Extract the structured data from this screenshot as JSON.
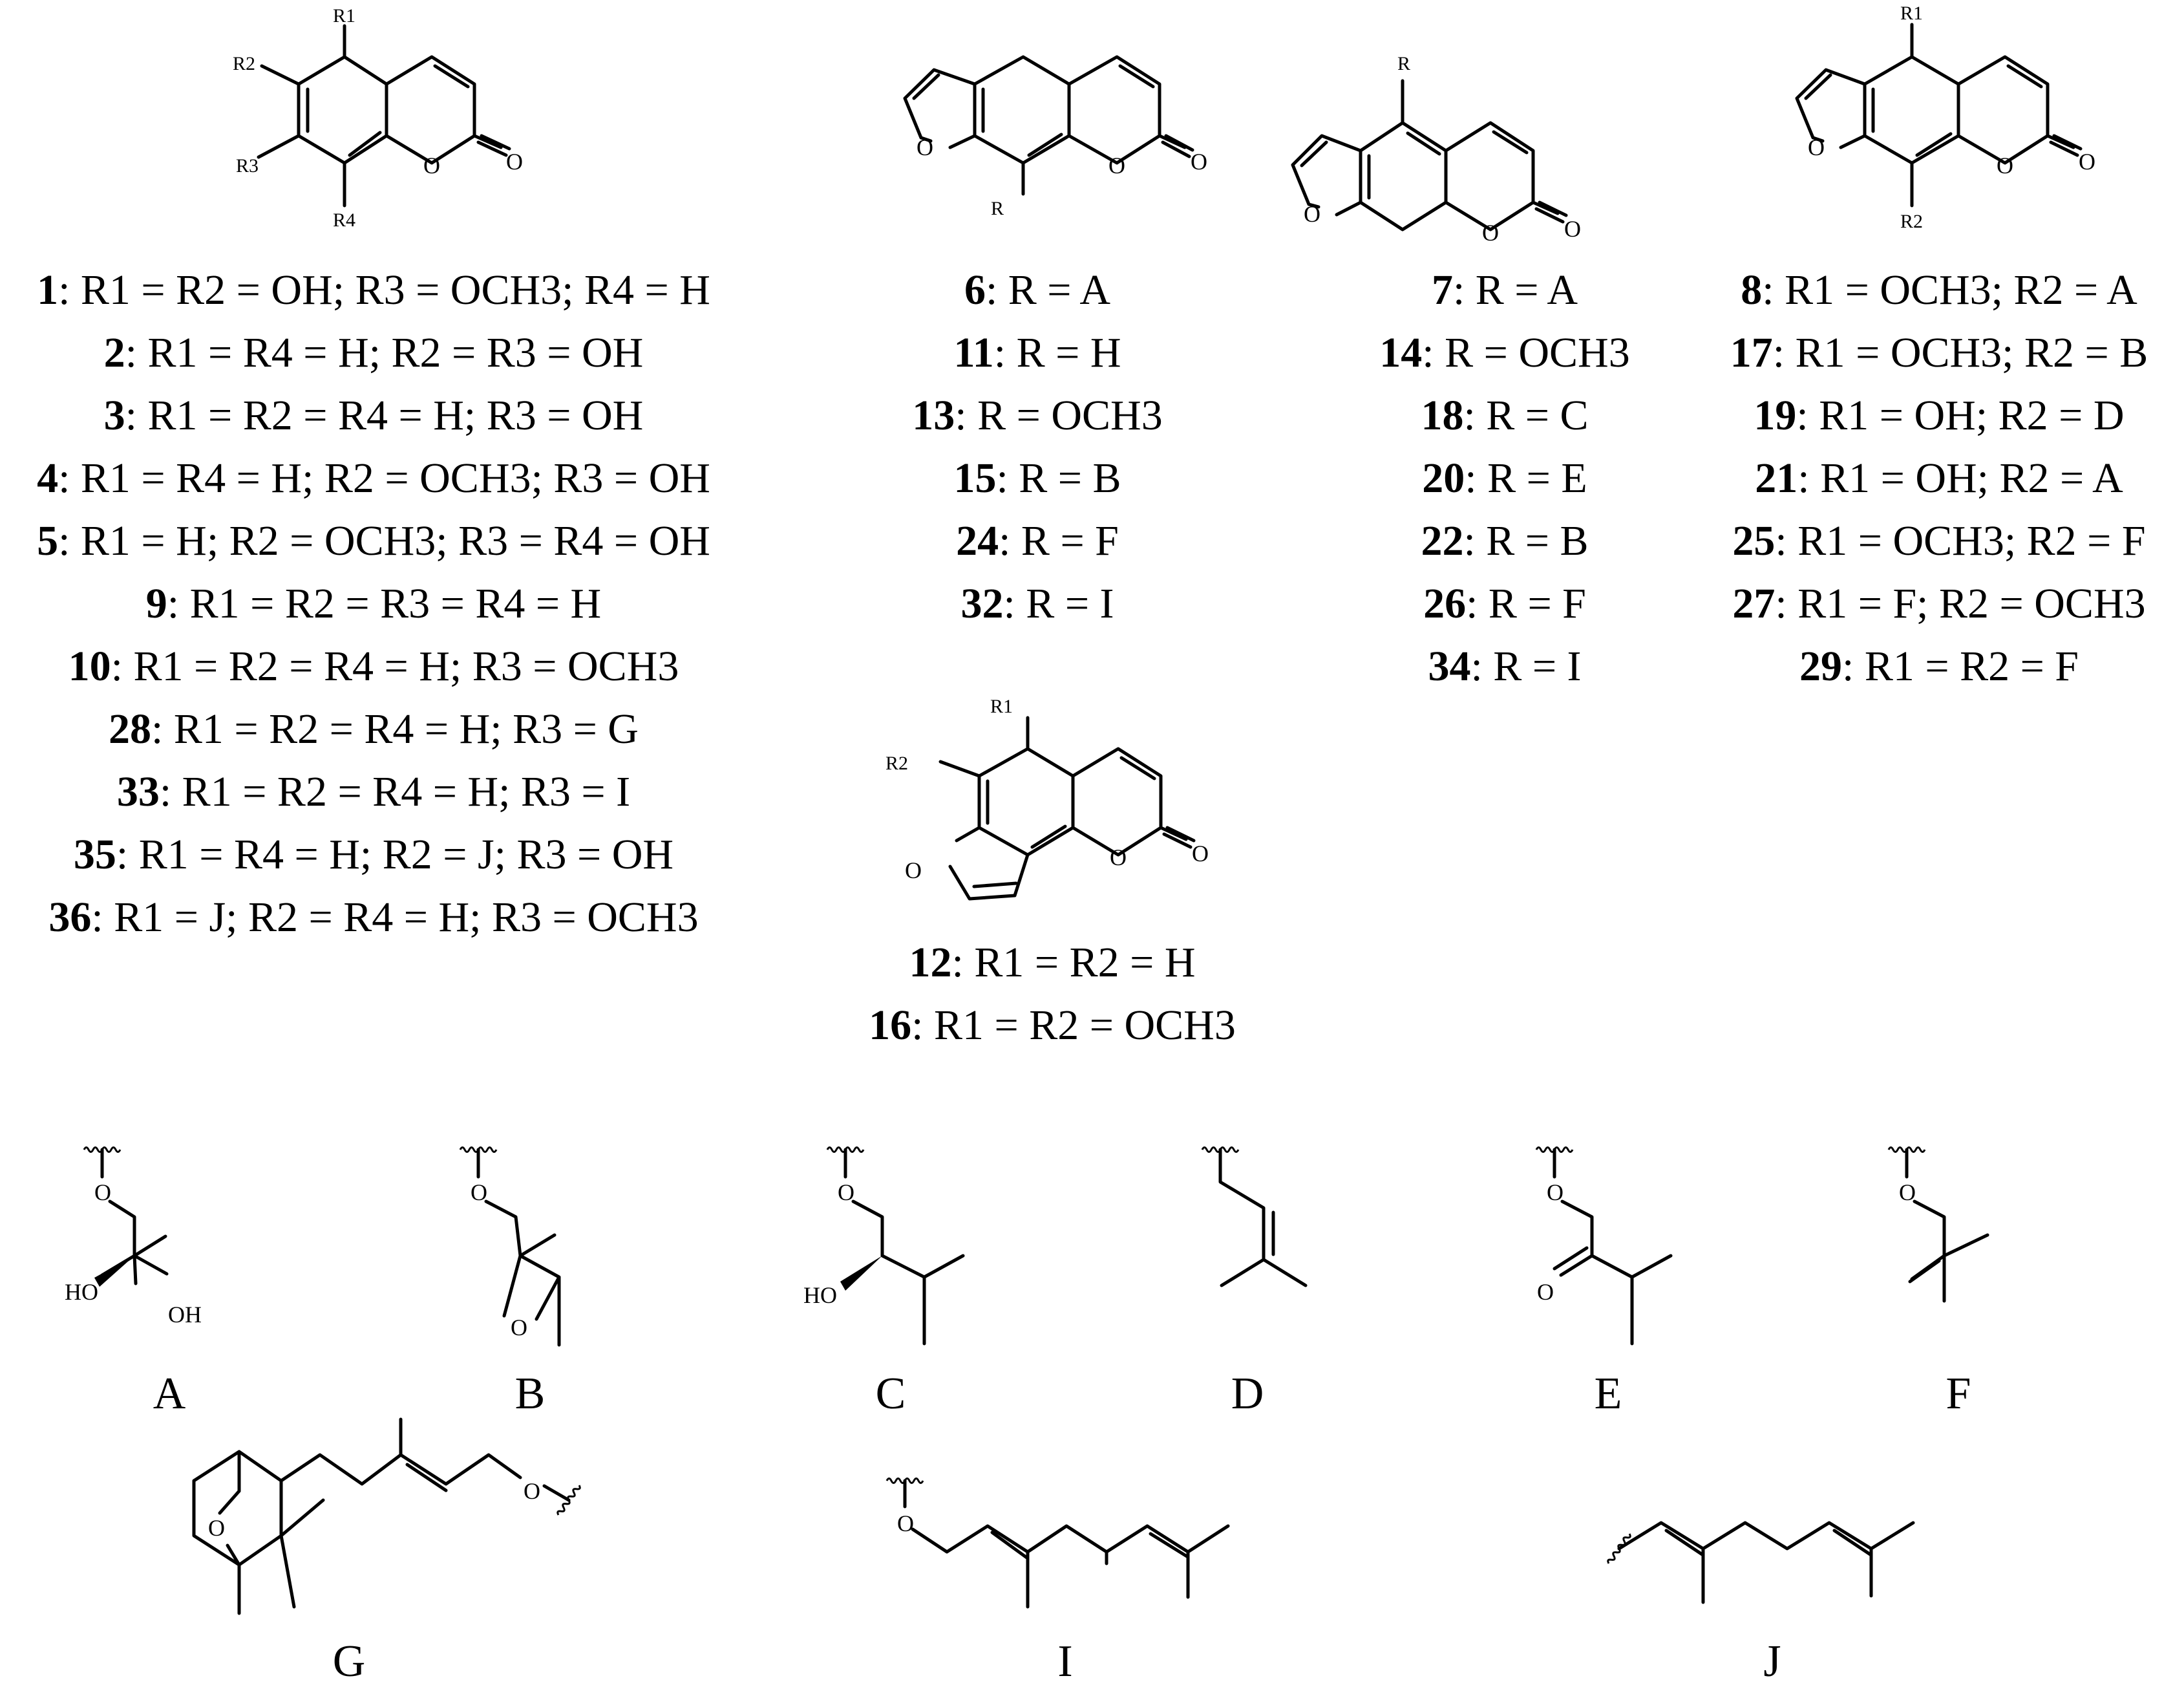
{
  "atoms": {
    "O": "O",
    "HO": "HO",
    "OH": "OH",
    "R": "R",
    "R1": "R1",
    "R2": "R2",
    "R3": "R3",
    "R4": "R4"
  },
  "coumarin_series": [
    {
      "id": "1",
      "text": ": R1 = R2 = OH; R3 = OCH3; R4 = H"
    },
    {
      "id": "2",
      "text": ": R1 = R4 = H; R2 = R3 = OH"
    },
    {
      "id": "3",
      "text": ": R1 = R2 = R4 = H; R3 = OH"
    },
    {
      "id": "4",
      "text": ": R1 = R4 = H; R2 = OCH3; R3 = OH"
    },
    {
      "id": "5",
      "text": ": R1 = H; R2 = OCH3; R3 = R4 = OH"
    },
    {
      "id": "9",
      "text": ": R1 = R2 = R3 = R4 = H"
    },
    {
      "id": "10",
      "text": ": R1 = R2 = R4 = H; R3 = OCH3"
    },
    {
      "id": "28",
      "text": ": R1 = R2 = R4 = H; R3 = G"
    },
    {
      "id": "33",
      "text": ": R1 = R2 = R4 = H; R3 = I"
    },
    {
      "id": "35",
      "text": ": R1 = R4 = H; R2 = J; R3 = OH"
    },
    {
      "id": "36",
      "text": ": R1 = J; R2 = R4 = H; R3 = OCH3"
    }
  ],
  "psoralen_8_series": [
    {
      "id": "6",
      "text": ": R = A"
    },
    {
      "id": "11",
      "text": ": R = H"
    },
    {
      "id": "13",
      "text": ": R = OCH3"
    },
    {
      "id": "15",
      "text": ": R = B"
    },
    {
      "id": "24",
      "text": ": R = F"
    },
    {
      "id": "32",
      "text": ": R = I"
    }
  ],
  "psoralen_5_series": [
    {
      "id": "7",
      "text": ": R = A"
    },
    {
      "id": "14",
      "text": ": R = OCH3"
    },
    {
      "id": "18",
      "text": ": R = C"
    },
    {
      "id": "20",
      "text": ": R = E"
    },
    {
      "id": "22",
      "text": ": R = B"
    },
    {
      "id": "26",
      "text": ": R = F"
    },
    {
      "id": "34",
      "text": ": R = I"
    }
  ],
  "psoralen_58_series": [
    {
      "id": "8",
      "text": ": R1 = OCH3; R2 = A"
    },
    {
      "id": "17",
      "text": ": R1 = OCH3; R2 = B"
    },
    {
      "id": "19",
      "text": ": R1 = OH; R2 = D"
    },
    {
      "id": "21",
      "text": ": R1 = OH; R2 = A"
    },
    {
      "id": "25",
      "text": ": R1 = OCH3; R2 = F"
    },
    {
      "id": "27",
      "text": ": R1 = F; R2 = OCH3"
    },
    {
      "id": "29",
      "text": ": R1 = R2 = F"
    }
  ],
  "angelicin_series": [
    {
      "id": "12",
      "text": ": R1 = R2 = H"
    },
    {
      "id": "16",
      "text": ": R1 = R2 = OCH3"
    }
  ],
  "substituents": [
    "A",
    "B",
    "C",
    "D",
    "E",
    "F",
    "G",
    "I",
    "J"
  ]
}
